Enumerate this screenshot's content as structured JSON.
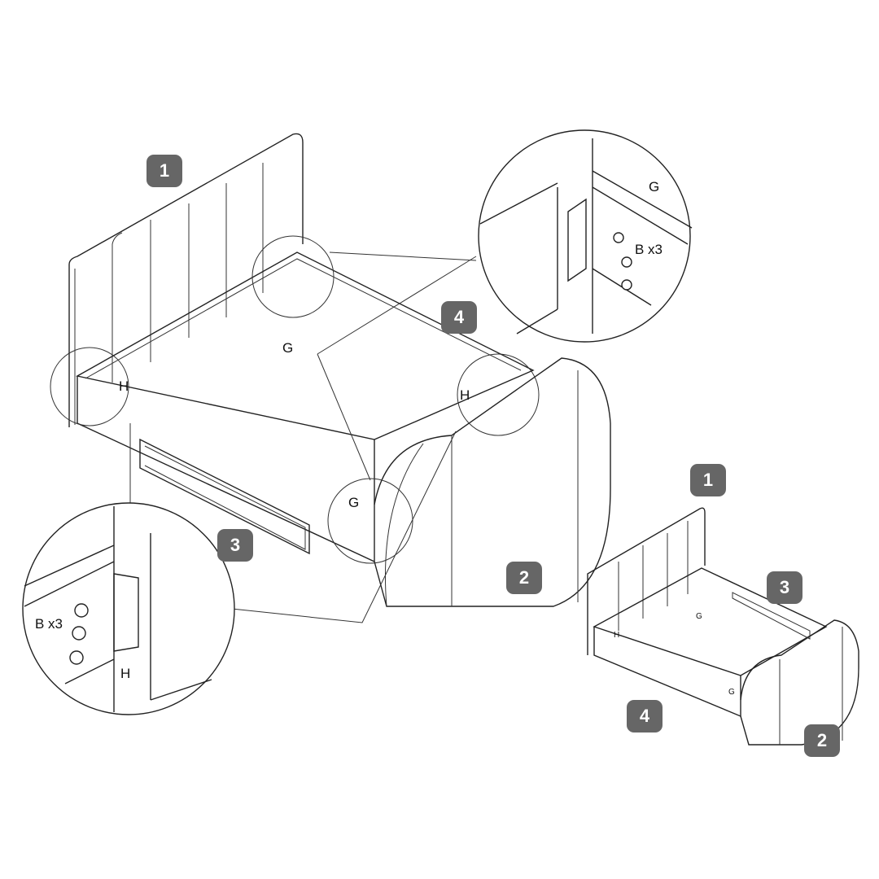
{
  "badges": {
    "main_1": "1",
    "main_2": "2",
    "main_3": "3",
    "main_4": "4",
    "mini_1": "1",
    "mini_2": "2",
    "mini_3": "3",
    "mini_4": "4"
  },
  "labels": {
    "g_main": "G",
    "h_left": "H",
    "h_right": "H",
    "g_front": "G",
    "g_detail": "G",
    "b_detail_top": "B x3",
    "b_detail_bottom": "B x3",
    "h_detail": "H",
    "mini_g_back": "G",
    "mini_h": "H",
    "mini_g_front": "G"
  },
  "colors": {
    "badge": "#666666",
    "line": "#222222"
  }
}
